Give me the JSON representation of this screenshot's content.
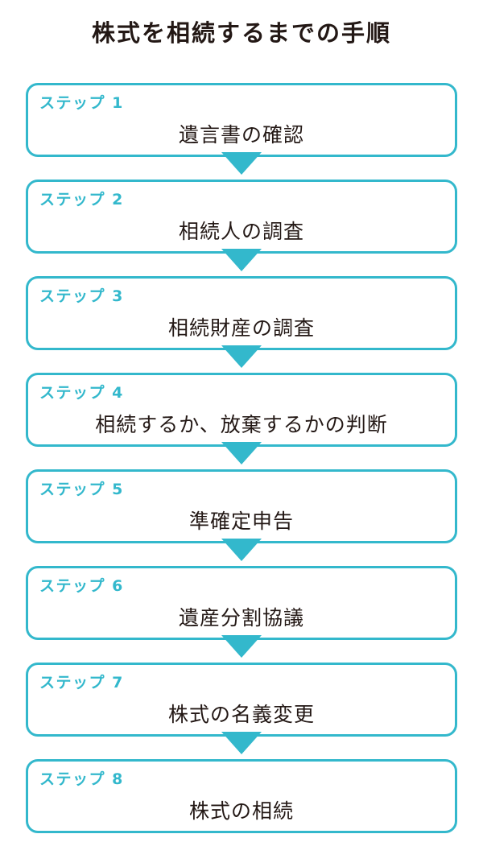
{
  "page": {
    "title": "株式を相続するまでの手順",
    "accent_color": "#33b8cc",
    "text_color": "#231815",
    "background_color": "#ffffff"
  },
  "flow": {
    "steps": [
      {
        "label": "ステップ 1",
        "text": "遺言書の確認"
      },
      {
        "label": "ステップ 2",
        "text": "相続人の調査"
      },
      {
        "label": "ステップ 3",
        "text": "相続財産の調査"
      },
      {
        "label": "ステップ 4",
        "text": "相続するか、放棄するかの判断"
      },
      {
        "label": "ステップ 5",
        "text": "準確定申告"
      },
      {
        "label": "ステップ 6",
        "text": "遺産分割協議"
      },
      {
        "label": "ステップ 7",
        "text": "株式の名義変更"
      },
      {
        "label": "ステップ 8",
        "text": "株式の相続"
      }
    ],
    "connector_icon": "arrow-down-triangle-icon"
  }
}
